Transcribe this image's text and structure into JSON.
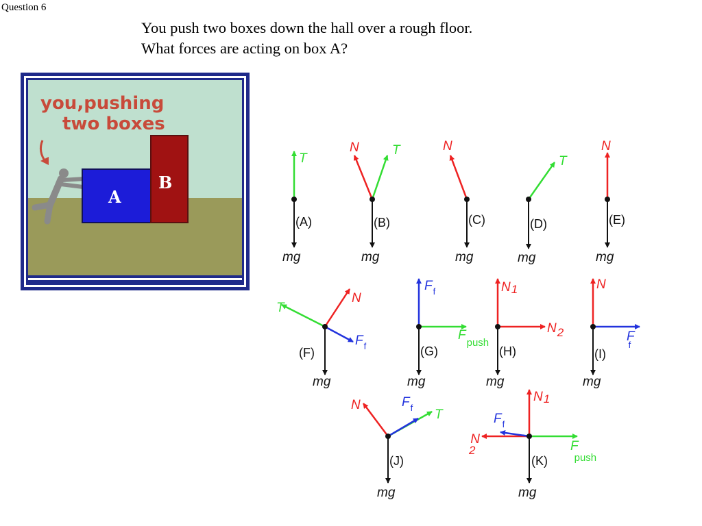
{
  "question": {
    "number": "Question 6",
    "line1": "You push two boxes down the hall over a rough floor.",
    "line2": "What forces are acting on box A?"
  },
  "scene": {
    "caption_line1": "you,pushing",
    "caption_line2": "two boxes",
    "box_a": "A",
    "box_b": "B"
  },
  "colors": {
    "green": "#33dd33",
    "red": "#ee2222",
    "blue": "#2233dd",
    "black": "#111111",
    "sky": "#bfe0cf",
    "floor": "#9a9a5a",
    "frame": "#1f2a8a",
    "box_a": "#1c1cd8",
    "box_b": "#a01212",
    "caption": "#c84a3a"
  },
  "options": [
    {
      "id": "A",
      "label": "(A)"
    },
    {
      "id": "B",
      "label": "(B)"
    },
    {
      "id": "C",
      "label": "(C)"
    },
    {
      "id": "D",
      "label": "(D)"
    },
    {
      "id": "E",
      "label": "(E)"
    },
    {
      "id": "F",
      "label": "(F)"
    },
    {
      "id": "G",
      "label": "(G)"
    },
    {
      "id": "H",
      "label": "(H)"
    },
    {
      "id": "I",
      "label": "(I)"
    },
    {
      "id": "J",
      "label": "(J)"
    },
    {
      "id": "K",
      "label": "(K)"
    }
  ],
  "force_labels": {
    "mg": "mg",
    "T": "T",
    "N": "N",
    "F": "F",
    "f_sub": "f",
    "push_sub": "push",
    "N1": "1",
    "N2": "2"
  }
}
